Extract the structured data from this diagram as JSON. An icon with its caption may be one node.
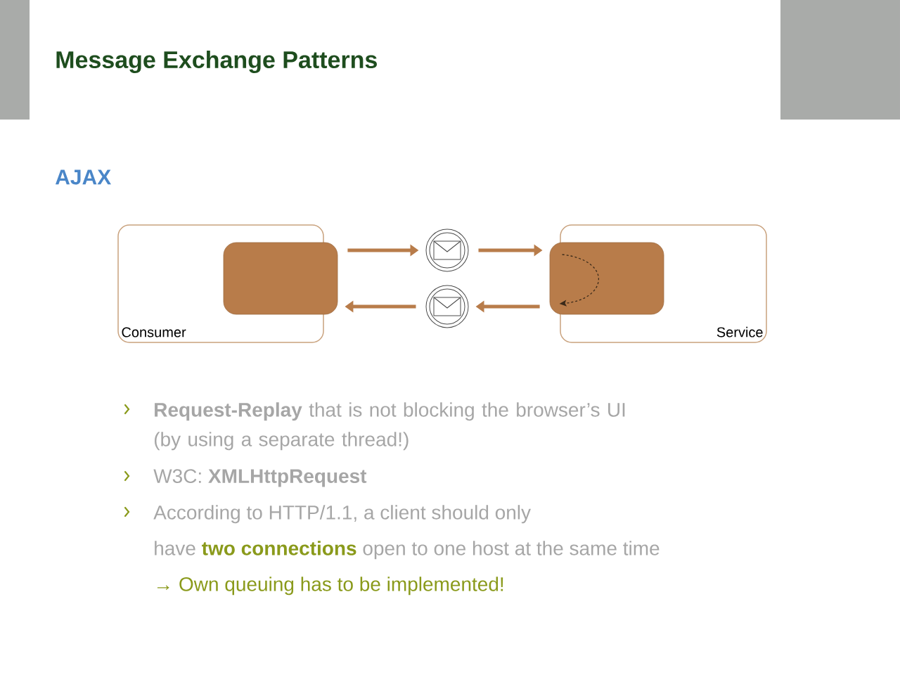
{
  "diagram": {
    "title": "Message Exchange Patterns",
    "nodes": [
      {
        "text": [
          "Consumer"
        ]
      },
      {
        "text": [],
        "shape": "box",
        "in": 0
      },
      {
        "text": [],
        "shape": "circle"
      },
      {
        "text": [],
        "shape": "circle"
      },
      {
        "text": [
          "Service"
        ]
      },
      {
        "text": [],
        "shape": "box",
        "in": 4
      }
    ],
    "edges": [
      {
        "from": 1,
        "to": 2,
        "arrow": "to"
      },
      {
        "from": 2,
        "to": 5,
        "arrow": "to"
      },
      {
        "from": 5,
        "to": 5,
        "arrow": "to",
        "style": "dashed",
        "color": "#3a2a1a"
      },
      {
        "from": 5,
        "to": 3,
        "arrow": "to"
      },
      {
        "from": 3,
        "to": 1,
        "arrow": "to"
      }
    ],
    "labels": [
      "AJAX",
      "**Request-Replay** that is not blocking the browser’s UI (by using a separate thread!)",
      "W3C: **XMLHttpRequest**",
      "According to HTTP/1.1, a client should only",
      "have **two connections** open to one host at the same time",
      "→ Own queuing has to be implemented!"
    ]
  }
}
